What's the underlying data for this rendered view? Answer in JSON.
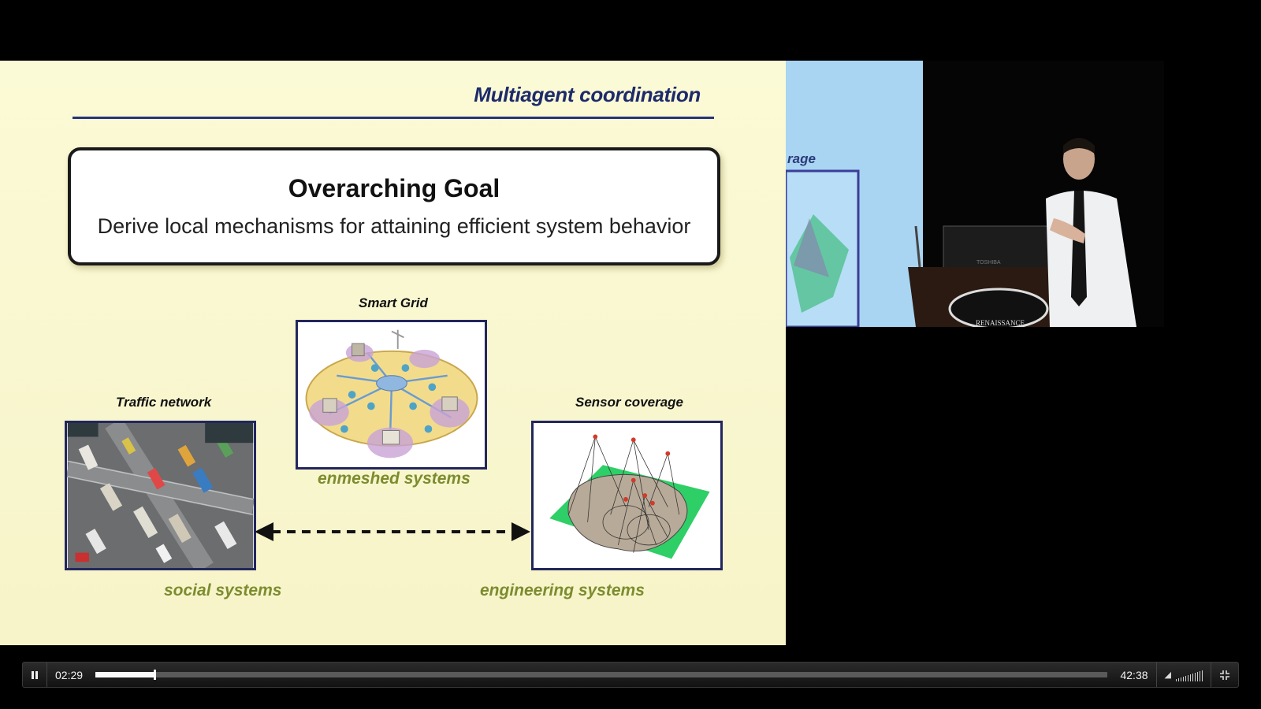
{
  "slide": {
    "title": "Multiagent coordination",
    "goal_title": "Overarching Goal",
    "goal_text": "Derive local mechanisms for attaining efficient system behavior",
    "captions": {
      "smart_grid": "Smart Grid",
      "traffic": "Traffic network",
      "sensor": "Sensor coverage"
    },
    "system_labels": {
      "enmeshed": "enmeshed systems",
      "social": "social systems",
      "engineering": "engineering systems"
    }
  },
  "camera": {
    "screen_text": "rage",
    "laptop_brand": "TOSHIBA",
    "podium_text": "RENAISSANCE"
  },
  "player": {
    "current_time": "02:29",
    "duration": "42:38",
    "progress": 0.0584,
    "play_state_icon": "pause-icon",
    "fullscreen_icon": "exit-fullscreen-icon",
    "volume_icon": "volume-icon"
  }
}
